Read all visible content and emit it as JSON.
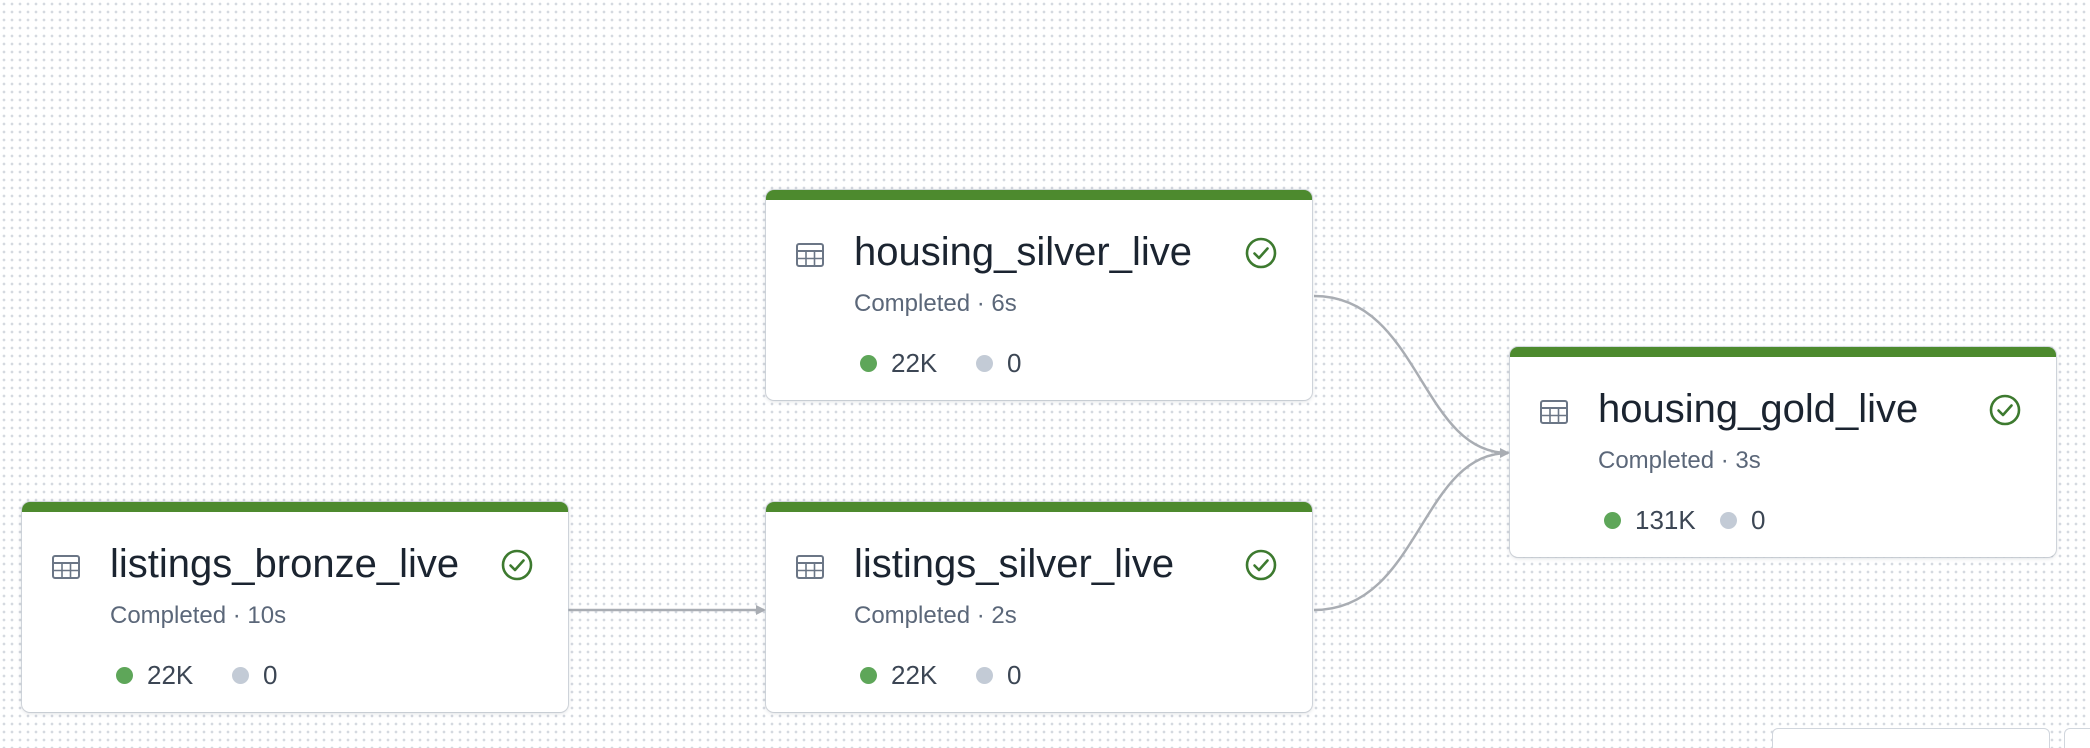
{
  "nodes": [
    {
      "title": "listings_bronze_live",
      "status": "Completed",
      "duration": "10s",
      "status_line": "Completed · 10s",
      "output_rows": "22K",
      "dropped_rows": "0",
      "icon": "table-icon",
      "state_icon": "check-circle-icon"
    },
    {
      "title": "listings_silver_live",
      "status": "Completed",
      "duration": "2s",
      "status_line": "Completed · 2s",
      "output_rows": "22K",
      "dropped_rows": "0",
      "icon": "table-icon",
      "state_icon": "check-circle-icon"
    },
    {
      "title": "housing_silver_live",
      "status": "Completed",
      "duration": "6s",
      "status_line": "Completed · 6s",
      "output_rows": "22K",
      "dropped_rows": "0",
      "icon": "table-icon",
      "state_icon": "check-circle-icon"
    },
    {
      "title": "housing_gold_live",
      "status": "Completed",
      "duration": "3s",
      "status_line": "Completed · 3s",
      "output_rows": "131K",
      "dropped_rows": "0",
      "icon": "table-icon",
      "state_icon": "check-circle-icon"
    }
  ],
  "edges": [
    {
      "from": "listings_bronze_live",
      "to": "listings_silver_live"
    },
    {
      "from": "housing_silver_live",
      "to": "housing_gold_live"
    },
    {
      "from": "listings_silver_live",
      "to": "housing_gold_live"
    }
  ],
  "colors": {
    "completed_bar": "#4d8a2e",
    "output_dot": "#5ea659",
    "dropped_dot": "#c3cbd6",
    "edge": "#a9adb3",
    "check": "#3d7a2f"
  }
}
